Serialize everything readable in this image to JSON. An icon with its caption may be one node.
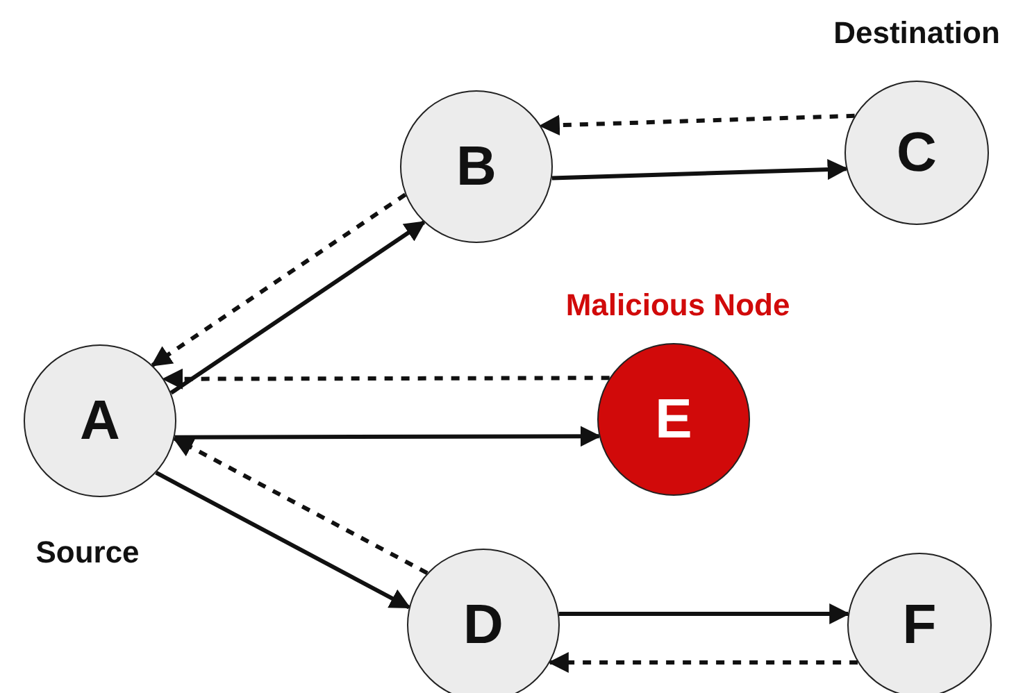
{
  "diagram": {
    "nodes": [
      {
        "text": [
          "A"
        ],
        "beside": [
          "Source"
        ]
      },
      {
        "text": [
          "B"
        ]
      },
      {
        "text": [
          "C"
        ],
        "beside": [
          "Destination"
        ]
      },
      {
        "text": [
          "E"
        ],
        "beside": [
          "Malicious Node"
        ]
      },
      {
        "text": [
          "D"
        ]
      },
      {
        "text": [
          "F"
        ]
      }
    ],
    "edges": [
      {
        "from": 0,
        "to": 1,
        "arrow": "to"
      },
      {
        "from": 1,
        "to": 0,
        "arrow": "to",
        "style": "dashed"
      },
      {
        "from": 1,
        "to": 2,
        "arrow": "to"
      },
      {
        "from": 2,
        "to": 1,
        "arrow": "to",
        "style": "dashed"
      },
      {
        "from": 0,
        "to": 3,
        "arrow": "to"
      },
      {
        "from": 3,
        "to": 0,
        "arrow": "to",
        "style": "dashed"
      },
      {
        "from": 0,
        "to": 4,
        "arrow": "to"
      },
      {
        "from": 4,
        "to": 0,
        "arrow": "to",
        "style": "dashed"
      },
      {
        "from": 4,
        "to": 5,
        "arrow": "to"
      },
      {
        "from": 5,
        "to": 4,
        "arrow": "to",
        "style": "dashed"
      }
    ]
  }
}
